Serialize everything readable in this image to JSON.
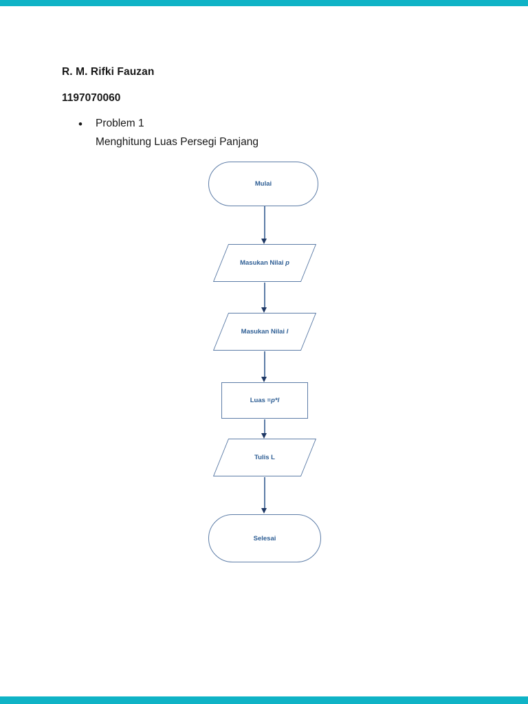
{
  "page": {
    "type": "document-page",
    "background": "#ffffff",
    "viewer_bar_color": "#0fb3c6"
  },
  "header": {
    "author": "R. M. Rifki Fauzan",
    "student_id": "1197070060"
  },
  "list": {
    "bullet": "•",
    "item_title": "Problem 1",
    "item_subtitle": "Menghitung Luas Persegi Panjang"
  },
  "flowchart": {
    "colors": {
      "shape_border": "#5b7ba6",
      "arrow_line": "#5b7ba6",
      "arrow_head": "#1f3864",
      "label_text": "#2e5e94"
    },
    "nodes": [
      {
        "type": "terminator",
        "label": "Mulai",
        "var": ""
      },
      {
        "type": "input",
        "label": "Masukan Nilai ",
        "var": "p"
      },
      {
        "type": "input",
        "label": "Masukan Nilai ",
        "var": "l"
      },
      {
        "type": "process",
        "label": "Luas = ",
        "var": "p*l"
      },
      {
        "type": "output",
        "label": "Tulis L",
        "var": ""
      },
      {
        "type": "terminator",
        "label": "Selesai",
        "var": ""
      }
    ]
  }
}
